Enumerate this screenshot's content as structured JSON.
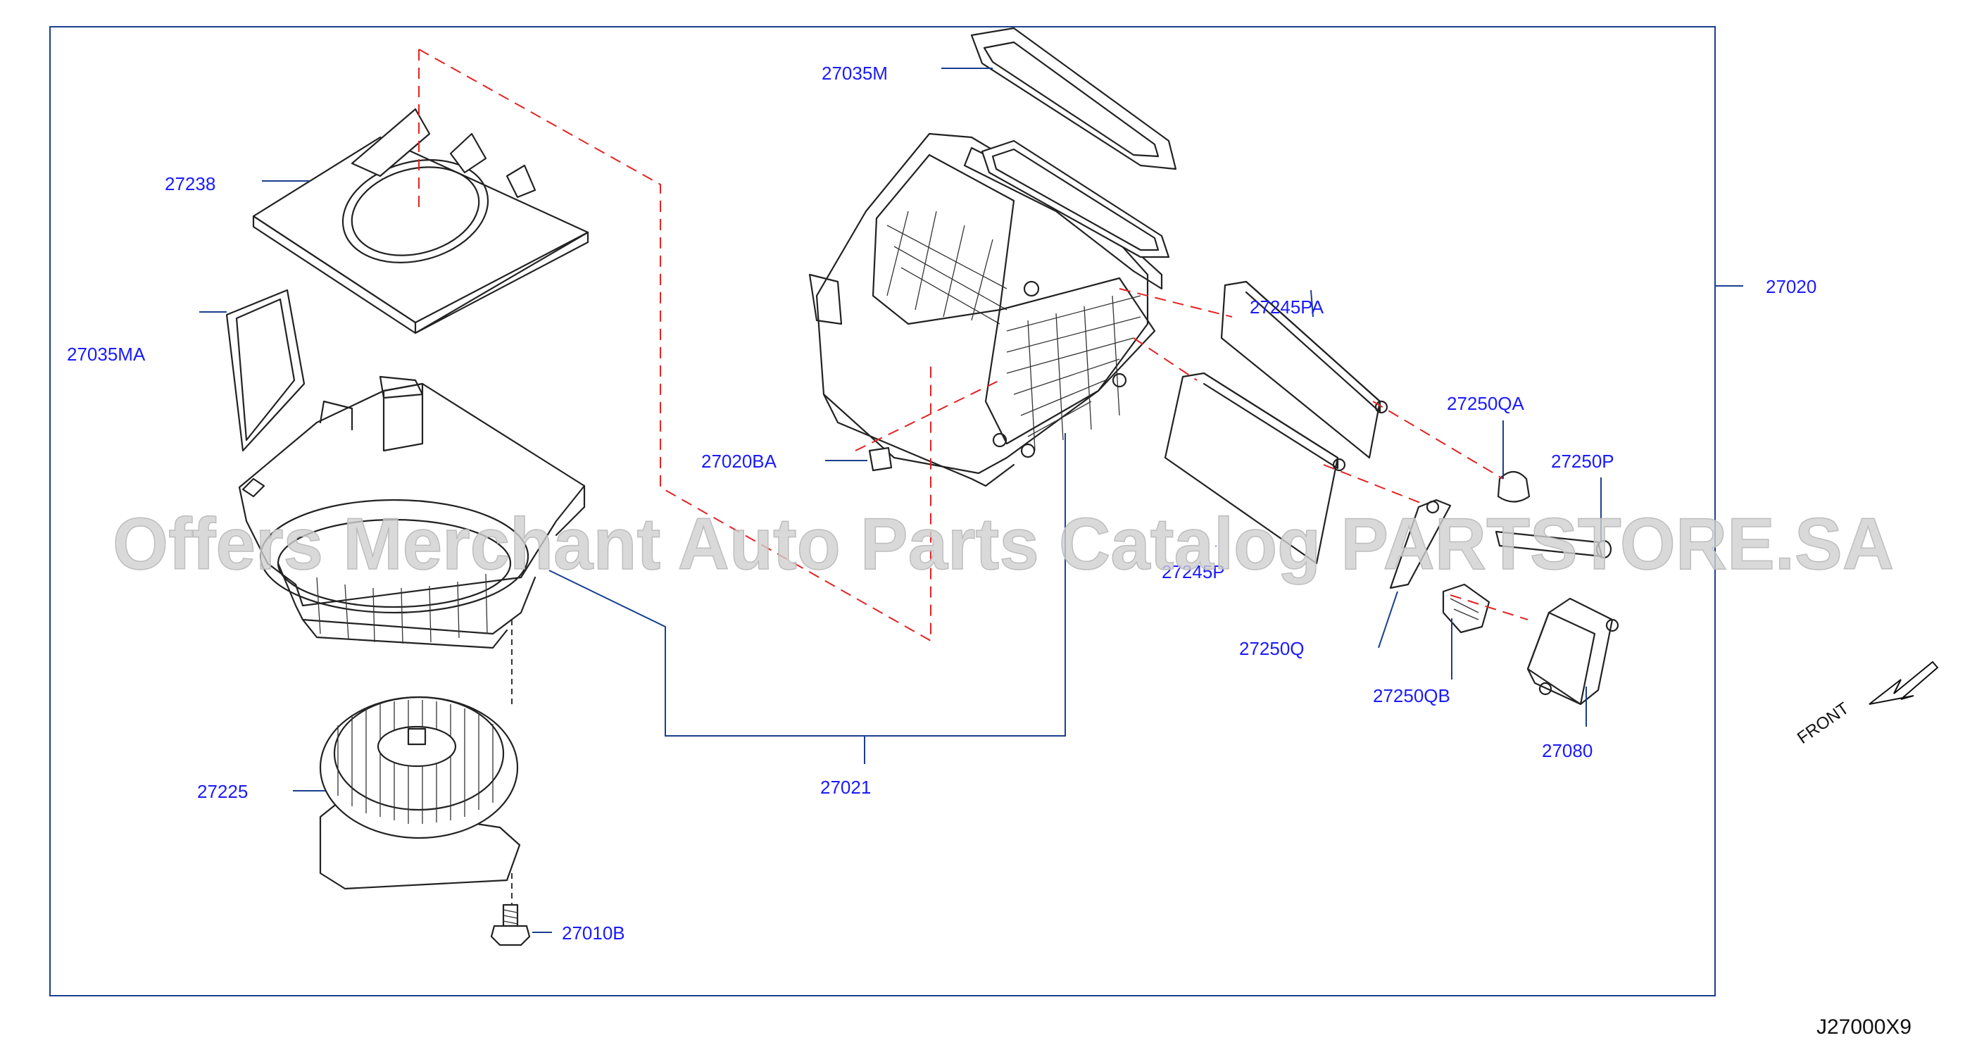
{
  "diagram": {
    "callouts": {
      "c27035M": "27035M",
      "c27238": "27238",
      "c27035MA": "27035MA",
      "c27020": "27020",
      "c27245PA": "27245PA",
      "c27250QA": "27250QA",
      "c27020BA": "27020BA",
      "c27250P": "27250P",
      "c27245P": "27245P",
      "c27250Q": "27250Q",
      "c27250QB": "27250QB",
      "c27080": "27080",
      "c27225": "27225",
      "c27021": "27021",
      "c27010B": "27010B"
    },
    "front_label": "FRONT",
    "drawing_code": "J27000X9",
    "watermark": "Offers Merchant Auto Parts Catalog PARTSTORE.SA"
  },
  "colors": {
    "callout_text": "#1a1aff",
    "leader_line": "#1a3f8f",
    "phantom_line": "#e52222",
    "outline": "#222222",
    "frame": "#1a3f8f",
    "watermark": "#cfcfcf"
  }
}
